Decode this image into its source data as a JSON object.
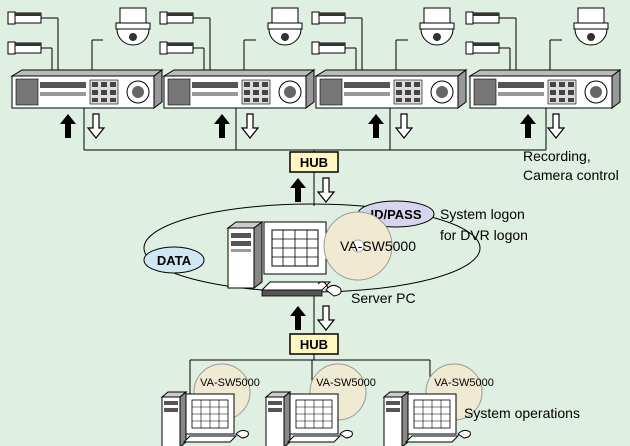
{
  "background_color": "#dff0e2",
  "hub_upper": {
    "label": "HUB",
    "fill": "#fff6c0"
  },
  "hub_lower": {
    "label": "HUB",
    "fill": "#fff6c0"
  },
  "badges": {
    "id_pass": {
      "label": "ID/PASS",
      "fill": "#d7d4ee"
    },
    "data": {
      "label": "DATA",
      "fill": "#d0e8f4"
    }
  },
  "server": {
    "software_label": "VA-SW5000",
    "disc_color": "#f0ead2",
    "caption": "Server PC"
  },
  "annotations": {
    "recording_line1": "Recording,",
    "recording_line2": "Camera control",
    "system_logon_line1": "System logon",
    "system_logon_line2": "for DVR logon",
    "system_operations": "System operations"
  },
  "clients": [
    {
      "software_label": "VA-SW5000"
    },
    {
      "software_label": "VA-SW5000"
    },
    {
      "software_label": "VA-SW5000"
    }
  ],
  "dvr_units": [
    {
      "icon": "dvr-recorder-icon"
    },
    {
      "icon": "dvr-recorder-icon"
    },
    {
      "icon": "dvr-recorder-icon"
    },
    {
      "icon": "dvr-recorder-icon"
    }
  ]
}
